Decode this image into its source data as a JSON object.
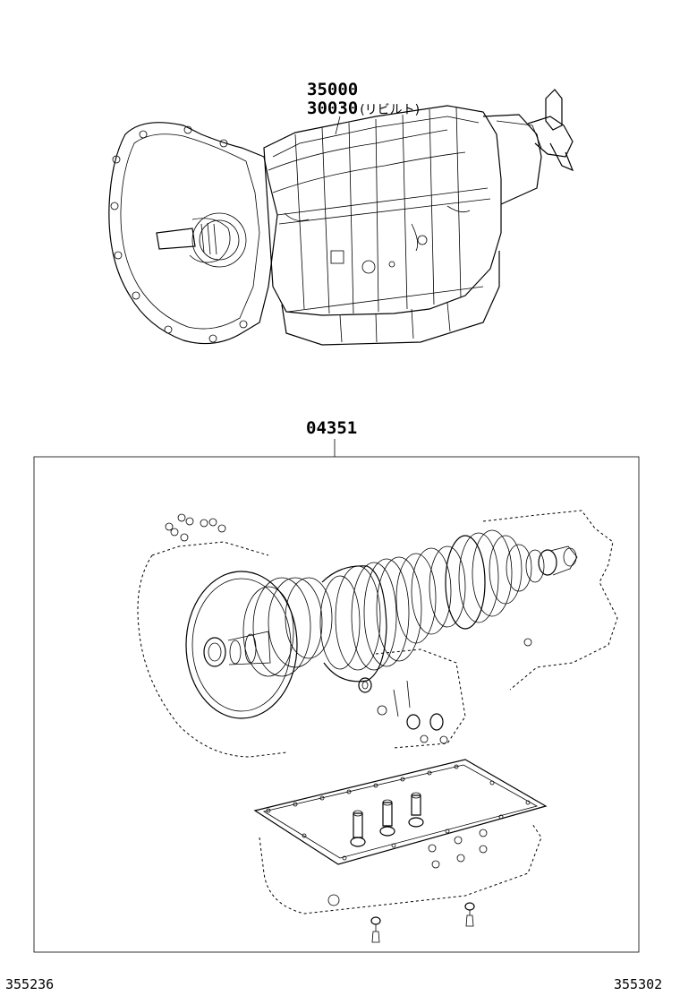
{
  "labels": {
    "assembly_part": "35000",
    "rebuilt_part": "30030",
    "rebuilt_note": "(リビルト)",
    "overhaul_kit_part": "04351"
  },
  "footer": {
    "left_ref": "355236",
    "right_ref": "355302"
  },
  "icons": {
    "transmission": "transmission-assembly-illustration",
    "kit": "overhaul-kit-exploded-illustration"
  }
}
